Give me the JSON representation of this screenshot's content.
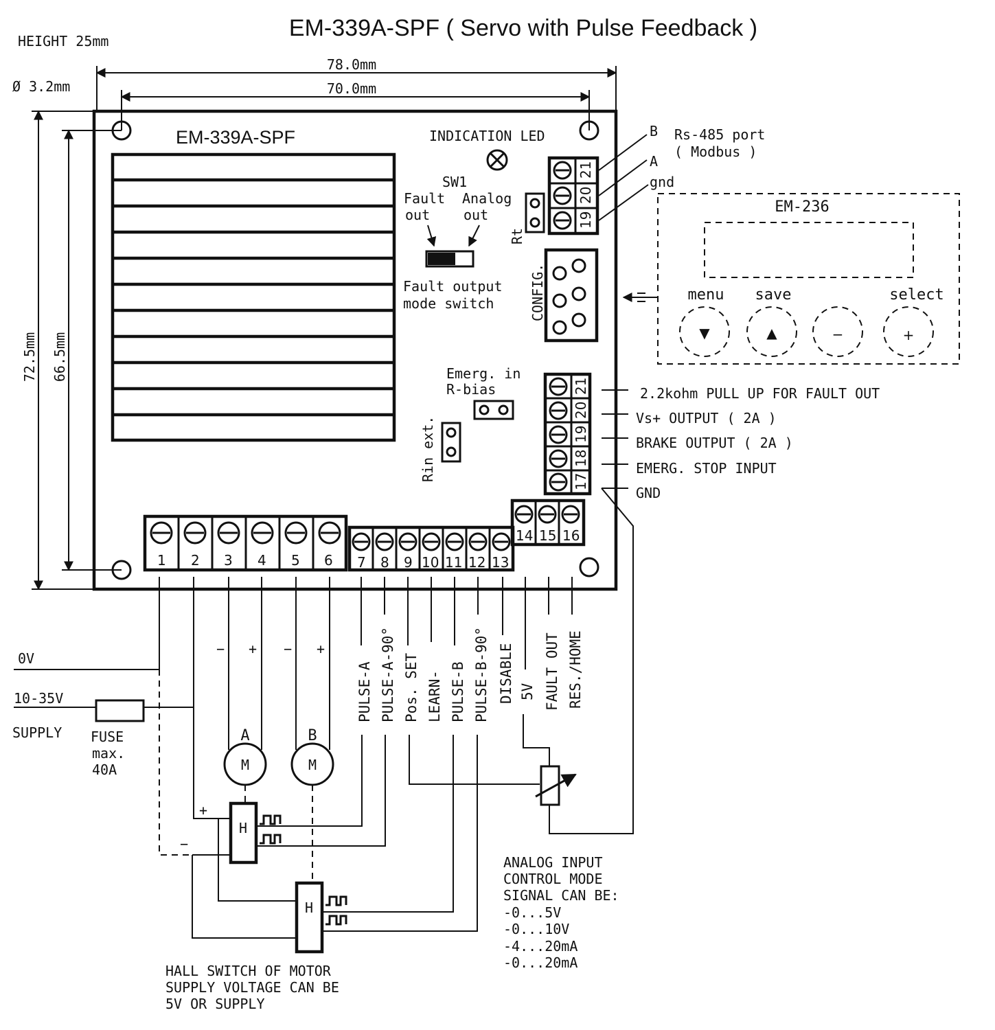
{
  "title": "EM-339A-SPF  ( Servo with Pulse Feedback )",
  "height_note": "HEIGHT 25mm",
  "hole_diameter": "Ø 3.2mm",
  "dimensions": {
    "width_outer": "78.0mm",
    "width_holes": "70.0mm",
    "height_outer": "72.5mm",
    "height_holes": "66.5mm"
  },
  "board": {
    "label": "EM-339A-SPF",
    "indication_led": "INDICATION LED",
    "sw1": {
      "name": "SW1",
      "left_line1": "Fault",
      "left_line2": "out",
      "right_line1": "Analog",
      "right_line2": "out",
      "caption_line1": "Fault output",
      "caption_line2": "mode switch"
    },
    "rt_label": "Rt",
    "config_label": "CONFIG.",
    "emerg_line1": "Emerg. in",
    "emerg_line2": "R-bias",
    "rin_label": "Rin ext."
  },
  "rs485": {
    "title_line1": "Rs-485 port",
    "title_line2": "( Modbus )",
    "pins": [
      {
        "num": "21",
        "signal": "B"
      },
      {
        "num": "20",
        "signal": "A"
      },
      {
        "num": "19",
        "signal": "gnd"
      }
    ]
  },
  "em236": {
    "title": "EM-236",
    "buttons": [
      {
        "label": "menu",
        "symbol": "▼"
      },
      {
        "label": "save",
        "symbol": "▲"
      },
      {
        "label": "",
        "symbol": "−"
      },
      {
        "label": "select",
        "symbol": "+"
      }
    ]
  },
  "right_terminals": [
    {
      "num": "21",
      "label": "2.2kohm PULL UP FOR FAULT OUT"
    },
    {
      "num": "20",
      "label": "Vs+ OUTPUT  ( 2A )"
    },
    {
      "num": "19",
      "label": "BRAKE OUTPUT  ( 2A )"
    },
    {
      "num": "18",
      "label": "EMERG. STOP INPUT"
    },
    {
      "num": "17",
      "label": "GND"
    }
  ],
  "power_terminals": [
    "1",
    "2",
    "3",
    "4",
    "5",
    "6"
  ],
  "signal_terminals": [
    "7",
    "8",
    "9",
    "10",
    "11",
    "12",
    "13"
  ],
  "aux_terminals": [
    "14",
    "15",
    "16"
  ],
  "signal_labels": [
    "PULSE-A",
    "PULSE-A-90°",
    "Pos. SET",
    "LEARN-",
    "PULSE-B",
    "PULSE-B-90°",
    "DISABLE",
    "5V",
    "FAULT OUT",
    "RES./HOME"
  ],
  "supply": {
    "zero_v": "0V",
    "voltage": "10-35V",
    "supply": "SUPPLY",
    "fuse_line1": "FUSE",
    "fuse_line2": "max.",
    "fuse_line3": "40A"
  },
  "motors": {
    "a_name": "A",
    "b_name": "B",
    "motor_symbol": "M",
    "hall_symbol": "H",
    "minus": "−",
    "plus": "+"
  },
  "analog_note": [
    "ANALOG INPUT",
    "CONTROL MODE",
    "SIGNAL CAN BE:",
    "-0...5V",
    "-0...10V",
    "-4...20mA",
    "-0...20mA"
  ],
  "hall_note": [
    "HALL SWITCH OF MOTOR",
    "SUPPLY VOLTAGE CAN BE",
    "5V OR SUPPLY"
  ]
}
